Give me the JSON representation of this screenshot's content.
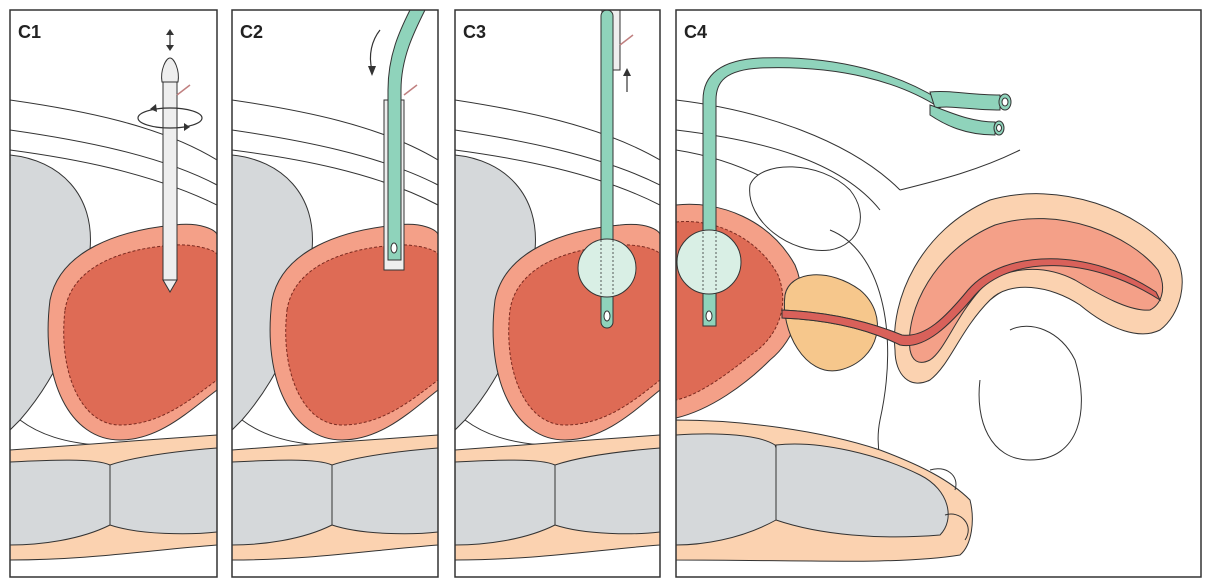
{
  "panels": [
    {
      "label": "C1"
    },
    {
      "label": "C2"
    },
    {
      "label": "C3"
    },
    {
      "label": "C4"
    }
  ],
  "colors": {
    "frame": "#333333",
    "bladder_outer": "#f4a088",
    "bladder_inner": "#de6b55",
    "bone_gray": "#d5d8da",
    "tissue_peach": "#fbd2b0",
    "catheter": "#8fd3bb",
    "balloon": "#d9efe5",
    "prostate": "#f6c78c",
    "urethra": "#d9615a",
    "trocar": "#eeeeee"
  },
  "icons": [
    "up-down-arrow-icon",
    "rotation-arrow-icon",
    "down-arrow-icon",
    "up-arrow-icon"
  ]
}
